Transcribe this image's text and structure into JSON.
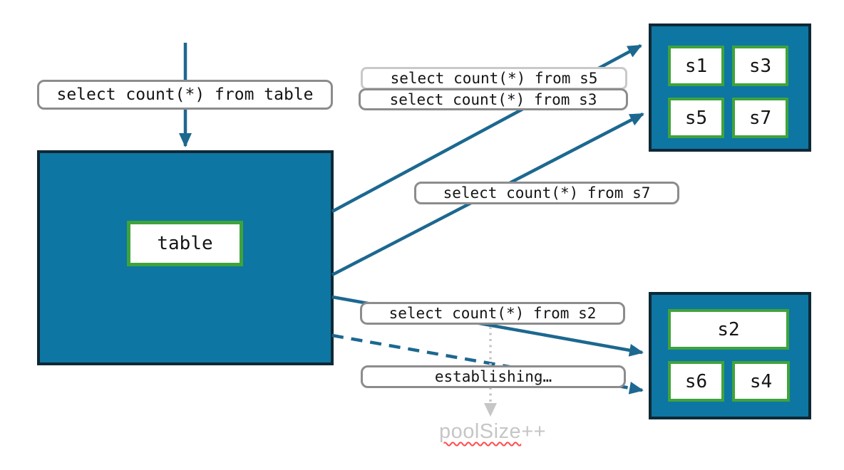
{
  "colors": {
    "teal": "#0d76a3",
    "navy": "#0e2836",
    "green": "#3fa33c",
    "arrow": "#1c6890",
    "pill_border": "#8c8c8c",
    "pill_border_light": "#c9c9c9",
    "muted_gray": "#c6c6c6",
    "squiggle_red": "#ff4d4d"
  },
  "nodes": {
    "table": {
      "label": "table"
    },
    "pool_top": {
      "shards": [
        "s1",
        "s3",
        "s5",
        "s7"
      ]
    },
    "pool_bottom": {
      "shards": [
        "s2",
        "s6",
        "s4"
      ]
    }
  },
  "queries": {
    "table": "select count(*) from table",
    "s5": "select count(*) from s5",
    "s3": "select count(*) from s3",
    "s7": "select count(*) from s7",
    "s2": "select count(*) from s2"
  },
  "status": {
    "establishing": "establishing…",
    "pool_size_word": "poolSize",
    "pool_size_suffix": "++"
  }
}
